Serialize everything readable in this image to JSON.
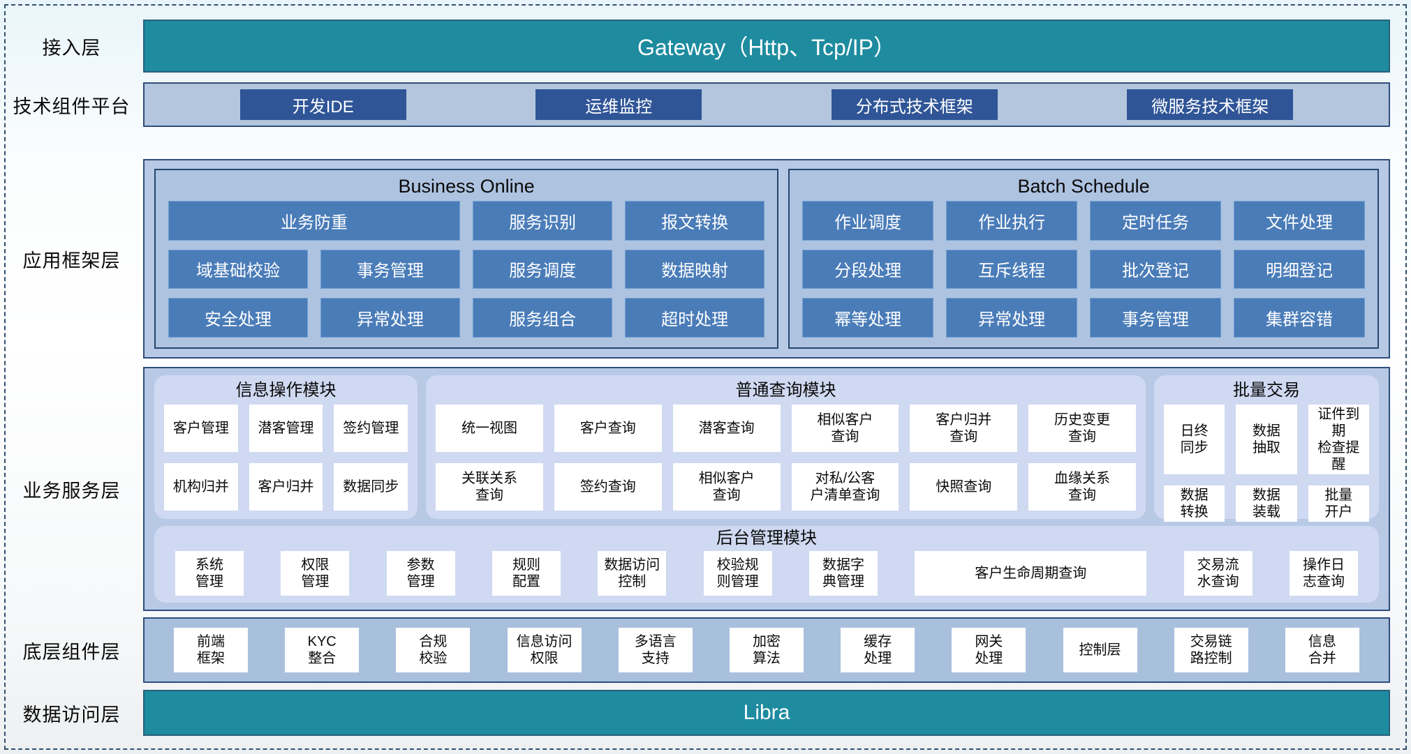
{
  "access_layer": {
    "label": "接入层",
    "gateway": "Gateway（Http、Tcp/IP）"
  },
  "tech_platform": {
    "label": "技术组件平台",
    "items": [
      "开发IDE",
      "运维监控",
      "分布式技术框架",
      "微服务技术框架"
    ]
  },
  "app_framework": {
    "label": "应用框架层",
    "business_online": {
      "title": "Business Online",
      "rows": [
        [
          "业务防重",
          "服务识别",
          "报文转换"
        ],
        [
          "域基础校验",
          "事务管理",
          "服务调度",
          "数据映射"
        ],
        [
          "安全处理",
          "异常处理",
          "服务组合",
          "超时处理"
        ]
      ]
    },
    "batch_schedule": {
      "title": "Batch Schedule",
      "rows": [
        [
          "作业调度",
          "作业执行",
          "定时任务",
          "文件处理"
        ],
        [
          "分段处理",
          "互斥线程",
          "批次登记",
          "明细登记"
        ],
        [
          "幂等处理",
          "异常处理",
          "事务管理",
          "集群容错"
        ]
      ]
    }
  },
  "business_service": {
    "label": "业务服务层",
    "info_module": {
      "title": "信息操作模块",
      "cells": [
        "客户管理",
        "潜客管理",
        "签约管理",
        "机构归并",
        "客户归并",
        "数据同步"
      ]
    },
    "query_module": {
      "title": "普通查询模块",
      "cells": [
        "统一视图",
        "客户查询",
        "潜客查询",
        "相似客户\n查询",
        "客户归并\n查询",
        "历史变更\n查询",
        "关联关系\n查询",
        "签约查询",
        "相似客户\n查询",
        "对私/公客\n户清单查询",
        "快照查询",
        "血缘关系\n查询"
      ]
    },
    "batch_module": {
      "title": "批量交易",
      "cells": [
        "日终\n同步",
        "数据\n抽取",
        "证件到期\n检查提醒",
        "数据\n转换",
        "数据\n装载",
        "批量\n开户"
      ]
    },
    "admin_module": {
      "title": "后台管理模块",
      "cells": [
        "系统\n管理",
        "权限\n管理",
        "参数\n管理",
        "规则\n配置",
        "数据访问\n控制",
        "校验规\n则管理",
        "数据字\n典管理",
        "客户生命周期查询",
        "交易流\n水查询",
        "操作日\n志查询"
      ]
    }
  },
  "base_components": {
    "label": "底层组件层",
    "cells": [
      "前端\n框架",
      "KYC\n整合",
      "合规\n校验",
      "信息访问\n权限",
      "多语言\n支持",
      "加密\n算法",
      "缓存\n处理",
      "网关\n处理",
      "控制层",
      "交易链\n路控制",
      "信息\n合并"
    ]
  },
  "data_access": {
    "label": "数据访问层",
    "bar": "Libra"
  },
  "colors": {
    "teal": "#1e8b9f",
    "dark_blue_button": "#2f5597",
    "mid_blue_button": "#4a7cb8",
    "panel_bg": "#aec3e0",
    "container_bg": "#b7c9e5",
    "card_bg": "#cfd9f1",
    "navy_border": "#2e4d7b"
  }
}
